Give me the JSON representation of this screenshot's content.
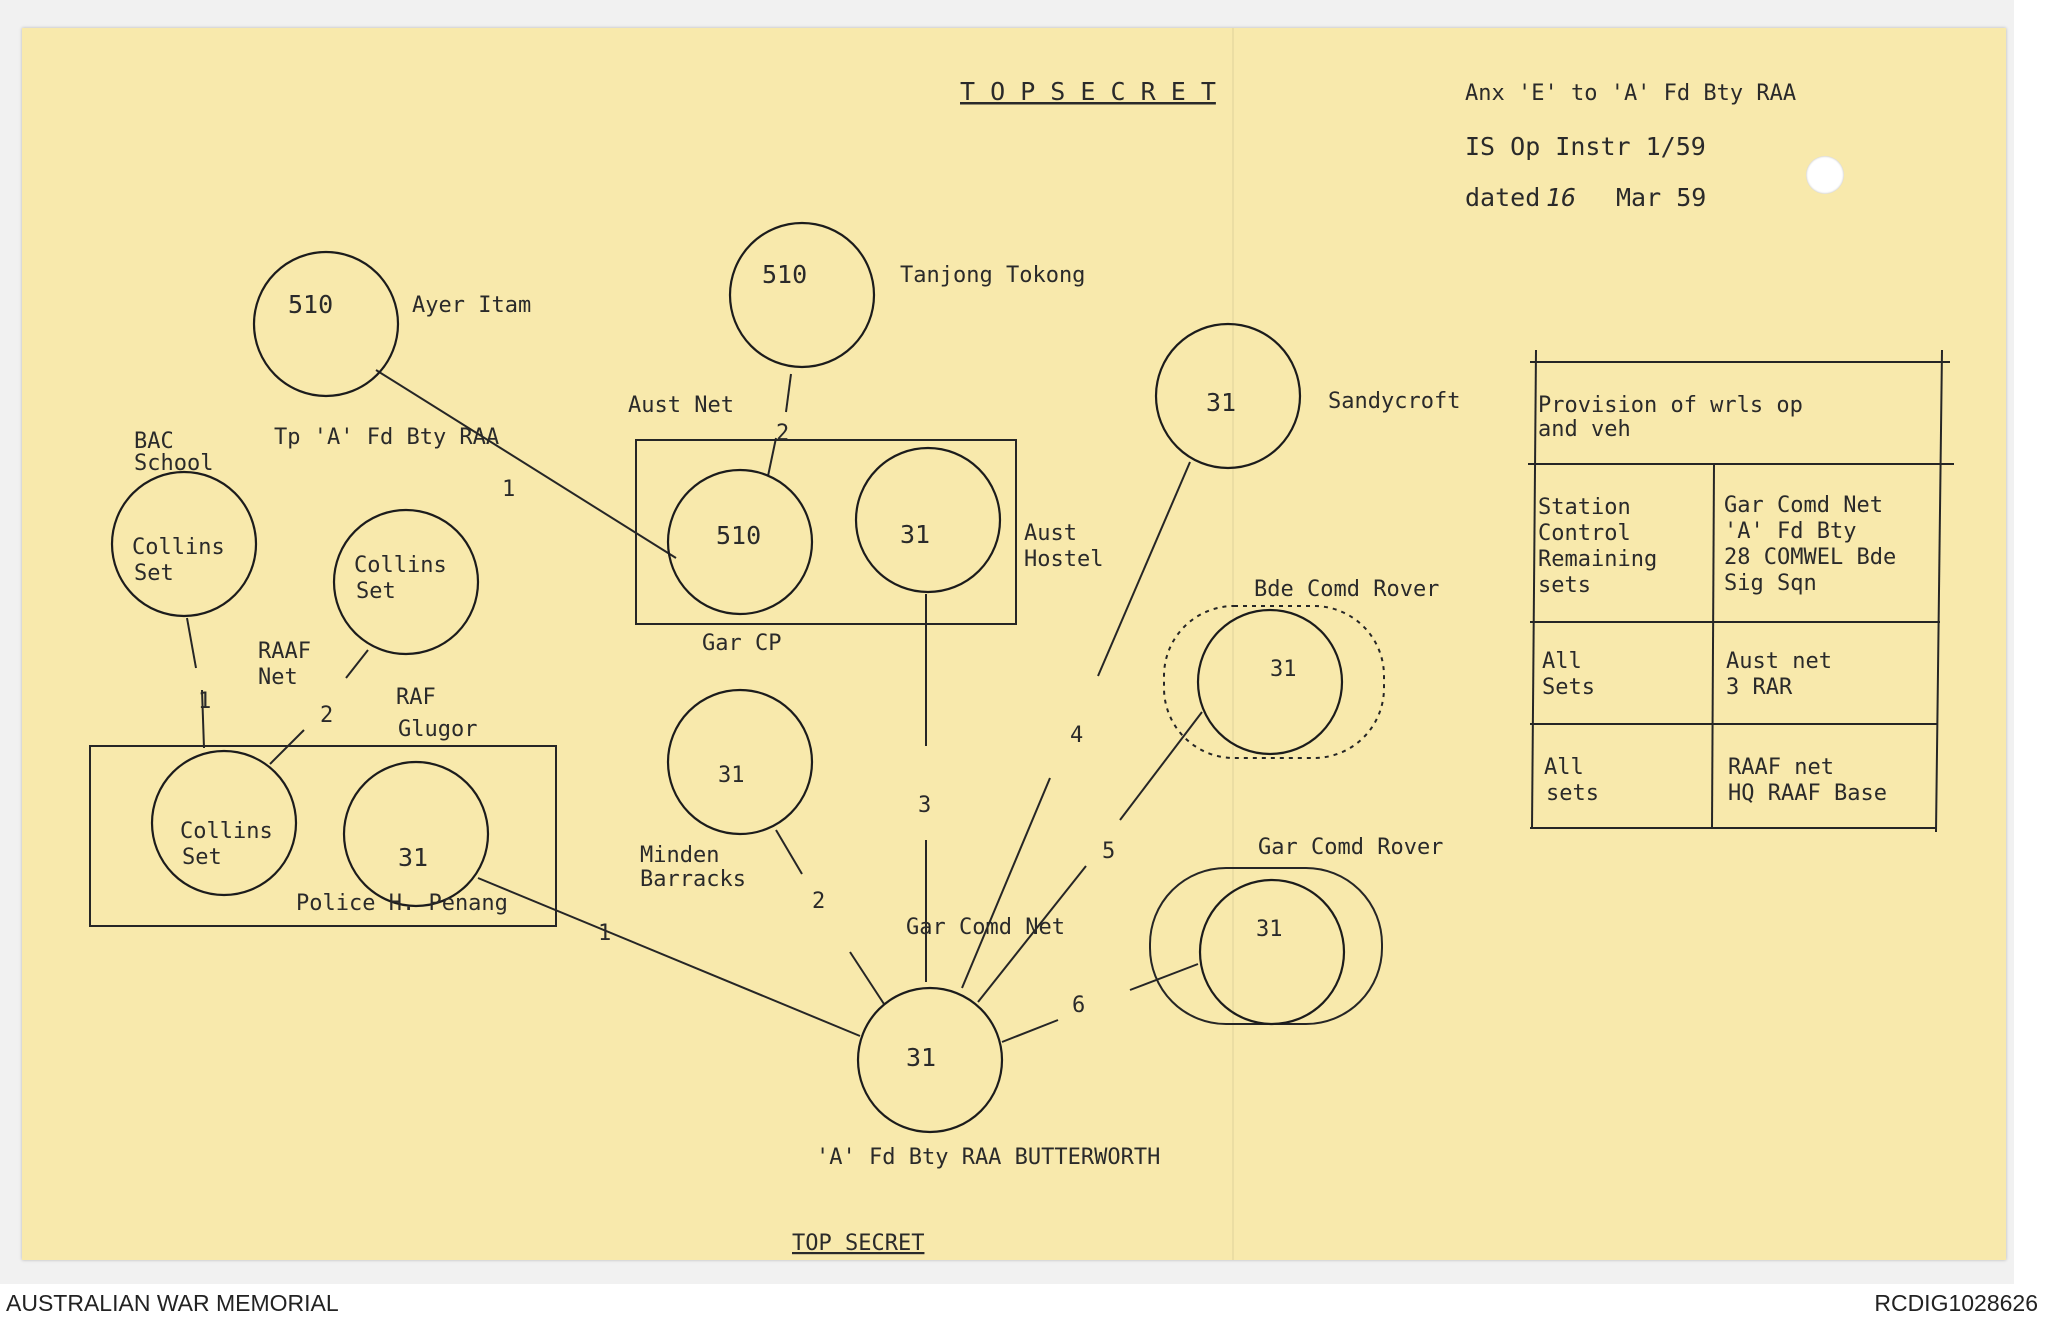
{
  "header": {
    "classification_top": "T O P S E C R E T",
    "annex_line": "Anx 'E' to 'A' Fd Bty RAA",
    "instr_line": "IS Op Instr 1/59",
    "dated_prefix": "dated",
    "dated_day": "16",
    "dated_suffix": "Mar 59"
  },
  "stations": {
    "ayer_itam": {
      "number": "510",
      "label": "Ayer Itam"
    },
    "tanjong_tokong": {
      "number": "510",
      "label": "Tanjong Tokong"
    },
    "sandycroft": {
      "number": "31",
      "label": "Sandycroft"
    },
    "bac_school": {
      "label1": "BAC",
      "label2": "School",
      "set1": "Collins",
      "set2": "Set"
    },
    "raaf_net_set": {
      "set1": "Collins",
      "set2": "Set",
      "net1": "RAAF",
      "net2": "Net"
    },
    "gar_cp": {
      "left_number": "510",
      "right_number": "31",
      "label": "Gar CP"
    },
    "aust_hostel": {
      "label1": "Aust",
      "label2": "Hostel"
    },
    "minden_barracks": {
      "number": "31",
      "label1": "Minden",
      "label2": "Barracks"
    },
    "bde_comd_rover": {
      "number": "31",
      "label": "Bde Comd Rover"
    },
    "gar_comd_rover": {
      "number": "31",
      "label": "Gar Comd Rover"
    },
    "police_hq": {
      "set1": "Collins",
      "set2": "Set",
      "number": "31",
      "label": "Police H. Penang"
    },
    "raf_glugor": {
      "label1": "RAF",
      "label2": "Glugor"
    },
    "butterworth": {
      "number": "31",
      "label": "'A' Fd Bty RAA BUTTERWORTH"
    }
  },
  "net_labels": {
    "tp_a_fd_bty": "Tp 'A' Fd Bty RAA",
    "aust_net": "Aust Net",
    "gar_comd_net": "Gar Comd Net"
  },
  "link_numbers": {
    "ayer_to_cp": "1",
    "tanjong_to_cp": "2",
    "bac_to_police": "1",
    "raaf_to_police": "2",
    "cp_to_butterworth": "3",
    "sandycroft_to_butterworth": "4",
    "bde_rover_to_butterworth": "5",
    "gar_rover_to_butterworth": "6",
    "police_to_butterworth": "1",
    "minden_to_butterworth": "2"
  },
  "provision_table": {
    "title1": "Provision of wrls op",
    "title2": "and veh",
    "rows": [
      {
        "left": [
          "Station",
          "Control",
          "Remaining",
          "sets"
        ],
        "right": [
          "Gar Comd Net",
          "'A' Fd Bty",
          "28 COMWEL Bde",
          "Sig Sqn"
        ]
      },
      {
        "left": [
          "All",
          "Sets"
        ],
        "right": [
          "Aust net",
          "3 RAR"
        ]
      },
      {
        "left": [
          "All",
          "sets"
        ],
        "right": [
          "RAAF net",
          "HQ RAAF Base"
        ]
      }
    ]
  },
  "classification_bottom": "TOP SECRET",
  "footer": {
    "left": "AUSTRALIAN WAR MEMORIAL",
    "right": "RCDIG1028626"
  }
}
